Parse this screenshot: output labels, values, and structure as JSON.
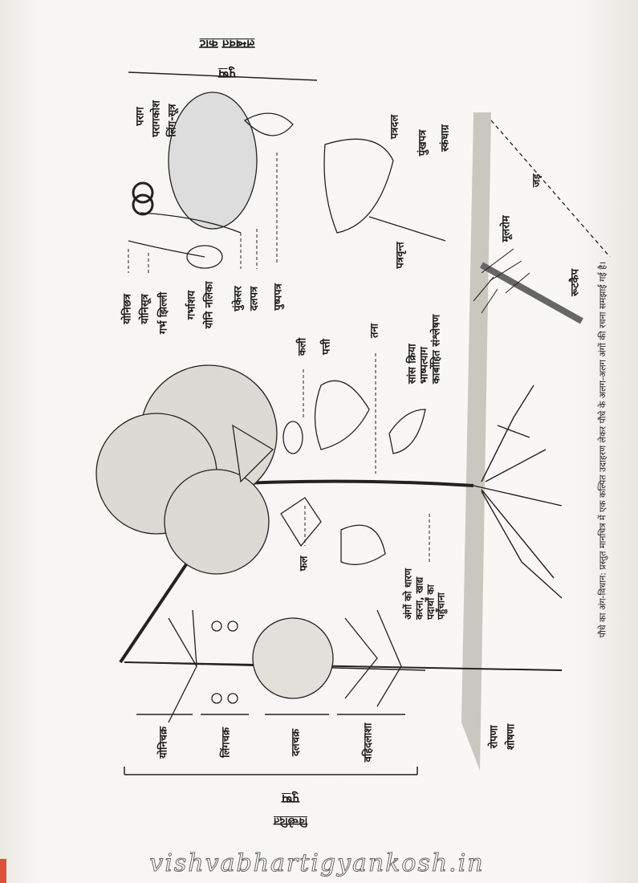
{
  "caption": "पौधे का अंग-विधान: प्रस्तुत मानचित्र में एक कल्पित उदाहरण लेकर पौधे के अलग-अलग अंगों की रचना समझाई गई है।",
  "top_heading": {
    "title": "पुष्प",
    "subtitle": "लम्बवत काट"
  },
  "bottom_heading": {
    "title": "पुष्प",
    "subtitle": "विच्छेदित"
  },
  "flower_labels": {
    "stigma": "योनिछत्र",
    "style": "योनिसूत्र",
    "membrane": "गर्भ झिल्ली",
    "ovary": "गर्भाशय",
    "tube": "योनि नलिका",
    "stamen": "पुंकेसर",
    "petal": "दलपत्र",
    "bract": "पुष्पपत्र",
    "pollen": "पराग",
    "anther": "परागकोश",
    "filament": "लिंग-सूत्र"
  },
  "leaf_labels": {
    "blade": "पत्रदल",
    "stipule": "पुंखपत्र",
    "axil": "स्कंधाग्र",
    "petiole": "पत्रवृन्त"
  },
  "plant_labels": {
    "bud": "कली",
    "leaf": "पत्ती",
    "stem": "तना",
    "fruit": "फल",
    "leaf_functions": [
      "सांस क्रिया",
      "भाष्पत्याग",
      "कार्बोहित संश्लेषण"
    ],
    "stem_functions": [
      "अंगों को धारण",
      "करना, खाद्य",
      "पदार्थों का",
      "पहुँचाना"
    ]
  },
  "root_labels": {
    "root": "जड़",
    "root_hair": "मूलरोम",
    "root_cap": "रूटकैप",
    "functions": [
      "रोपणा",
      "शोषणा"
    ]
  },
  "whorl_labels": [
    "योनिचक्र",
    "लिंगचक्र",
    "दलचक्र",
    "वहिदलाशा"
  ],
  "watermark": "vishvabhartigyankosh.in"
}
